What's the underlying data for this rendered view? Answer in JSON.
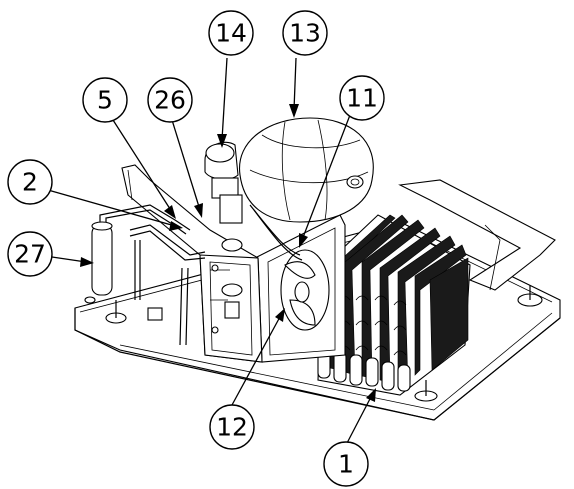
{
  "diagram": {
    "callouts": [
      {
        "id": "c14",
        "label": "14"
      },
      {
        "id": "c13",
        "label": "13"
      },
      {
        "id": "c5",
        "label": "5"
      },
      {
        "id": "c26",
        "label": "26"
      },
      {
        "id": "c11",
        "label": "11"
      },
      {
        "id": "c2",
        "label": "2"
      },
      {
        "id": "c27",
        "label": "27"
      },
      {
        "id": "c12",
        "label": "12"
      },
      {
        "id": "c1",
        "label": "1"
      }
    ],
    "colors": {
      "line": "#000000",
      "background": "#ffffff",
      "fins": "#1a1a1a"
    }
  }
}
